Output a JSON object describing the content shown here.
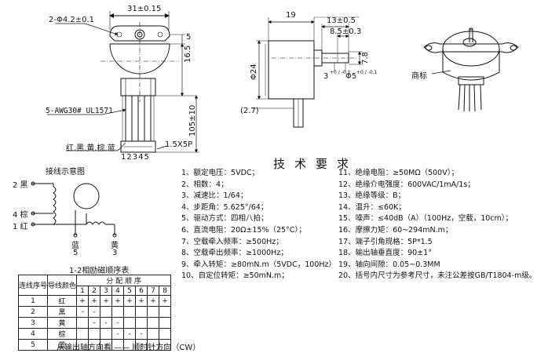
{
  "top_view": {
    "mount_hole": "2-Φ4.2±0.1",
    "width": "31±0.15",
    "dim_5": "5",
    "dim_16_5": "16.5",
    "cable_length": "105±10",
    "wire_spec": "5-AWG30# UL1571",
    "wire_colors": "红.黑.黄.棕.蓝",
    "connector": "1.5X5P",
    "pins": "12345"
  },
  "side_view": {
    "dim_19": "19",
    "dim_13": "13±0.5",
    "dim_8_5": "8.5±0.3",
    "diameter": "Φ24",
    "dim_7_8": "7.8",
    "shaft_flat": "3",
    "shaft_flat_tol": "+0 / -0.1",
    "shaft_dia": "Φ5",
    "shaft_dia_tol": "+0 / -0.1",
    "dim_2_7": "(2.7)"
  },
  "iso_view": {
    "label": "商标"
  },
  "tech": {
    "title": "技术要求",
    "left": [
      "1、额定电压：5VDC；",
      "2、相数：4；",
      "3、减速比：1/64；",
      "4、步距角：5.625°/64；",
      "5、驱动方式：四相八拍；",
      "6、直流电阻：20Ω±15%（25°C）；",
      "7、空载牵入频率：≥500Hz；",
      "8、空载牵出频率：≥1000Hz；",
      "9、牵入转矩：≥80mN.m（5VDC，100Hz）",
      "10、自定位转矩：≥50mN.m；"
    ],
    "right": [
      "11、绝缘电阻：≥50MΩ（500V）；",
      "12、绝缘介电强度：600VAC/1mA/1s；",
      "13、绝缘等级：B；",
      "14、温升：≤60K；",
      "15、噪声：≤40dB（A）（100Hz，空载，10cm）；",
      "16、摩擦力矩：60~294mN.m；",
      "17、端子引角规格：5P*1.5",
      "18、输出轴垂直度：90±1°",
      "19、轴向间隙：0.05~0.3MM",
      "20、括号内尺寸为参考尺寸，未注公差按GB/T1804-m级。"
    ]
  },
  "wiring": {
    "title": "接线示意图",
    "labels": [
      "2 黑",
      "4 棕",
      "1 红"
    ],
    "bottom": [
      {
        "color": "蓝",
        "num": "5"
      },
      {
        "color": "黄",
        "num": "3"
      }
    ],
    "caption": "1-2相励磁顺序表"
  },
  "sequence_table": {
    "col1": "连线序号",
    "col2": "导线颜色",
    "group": "分 配 顺 序",
    "steps": [
      "1",
      "2",
      "3",
      "4",
      "5",
      "6",
      "7",
      "8"
    ],
    "rows": [
      {
        "num": "1",
        "color": "红",
        "cells": [
          "+",
          "+",
          "+",
          "+",
          "+",
          "+",
          "+",
          "+"
        ]
      },
      {
        "num": "2",
        "color": "黑",
        "cells": [
          "-",
          "-",
          "",
          "",
          "",
          "",
          "",
          ""
        ]
      },
      {
        "num": "3",
        "color": "黄",
        "cells": [
          "",
          "-",
          "-",
          "-",
          "",
          "",
          "",
          ""
        ]
      },
      {
        "num": "4",
        "color": "棕",
        "cells": [
          "",
          "",
          "",
          "-",
          "-",
          "-",
          "",
          ""
        ]
      },
      {
        "num": "5",
        "color": "蓝",
        "cells": [
          "",
          "",
          "",
          "",
          "",
          "-",
          "-",
          "-"
        ]
      }
    ],
    "footer": "从输出轴方向看 —— 顺时针方向（CW）"
  }
}
